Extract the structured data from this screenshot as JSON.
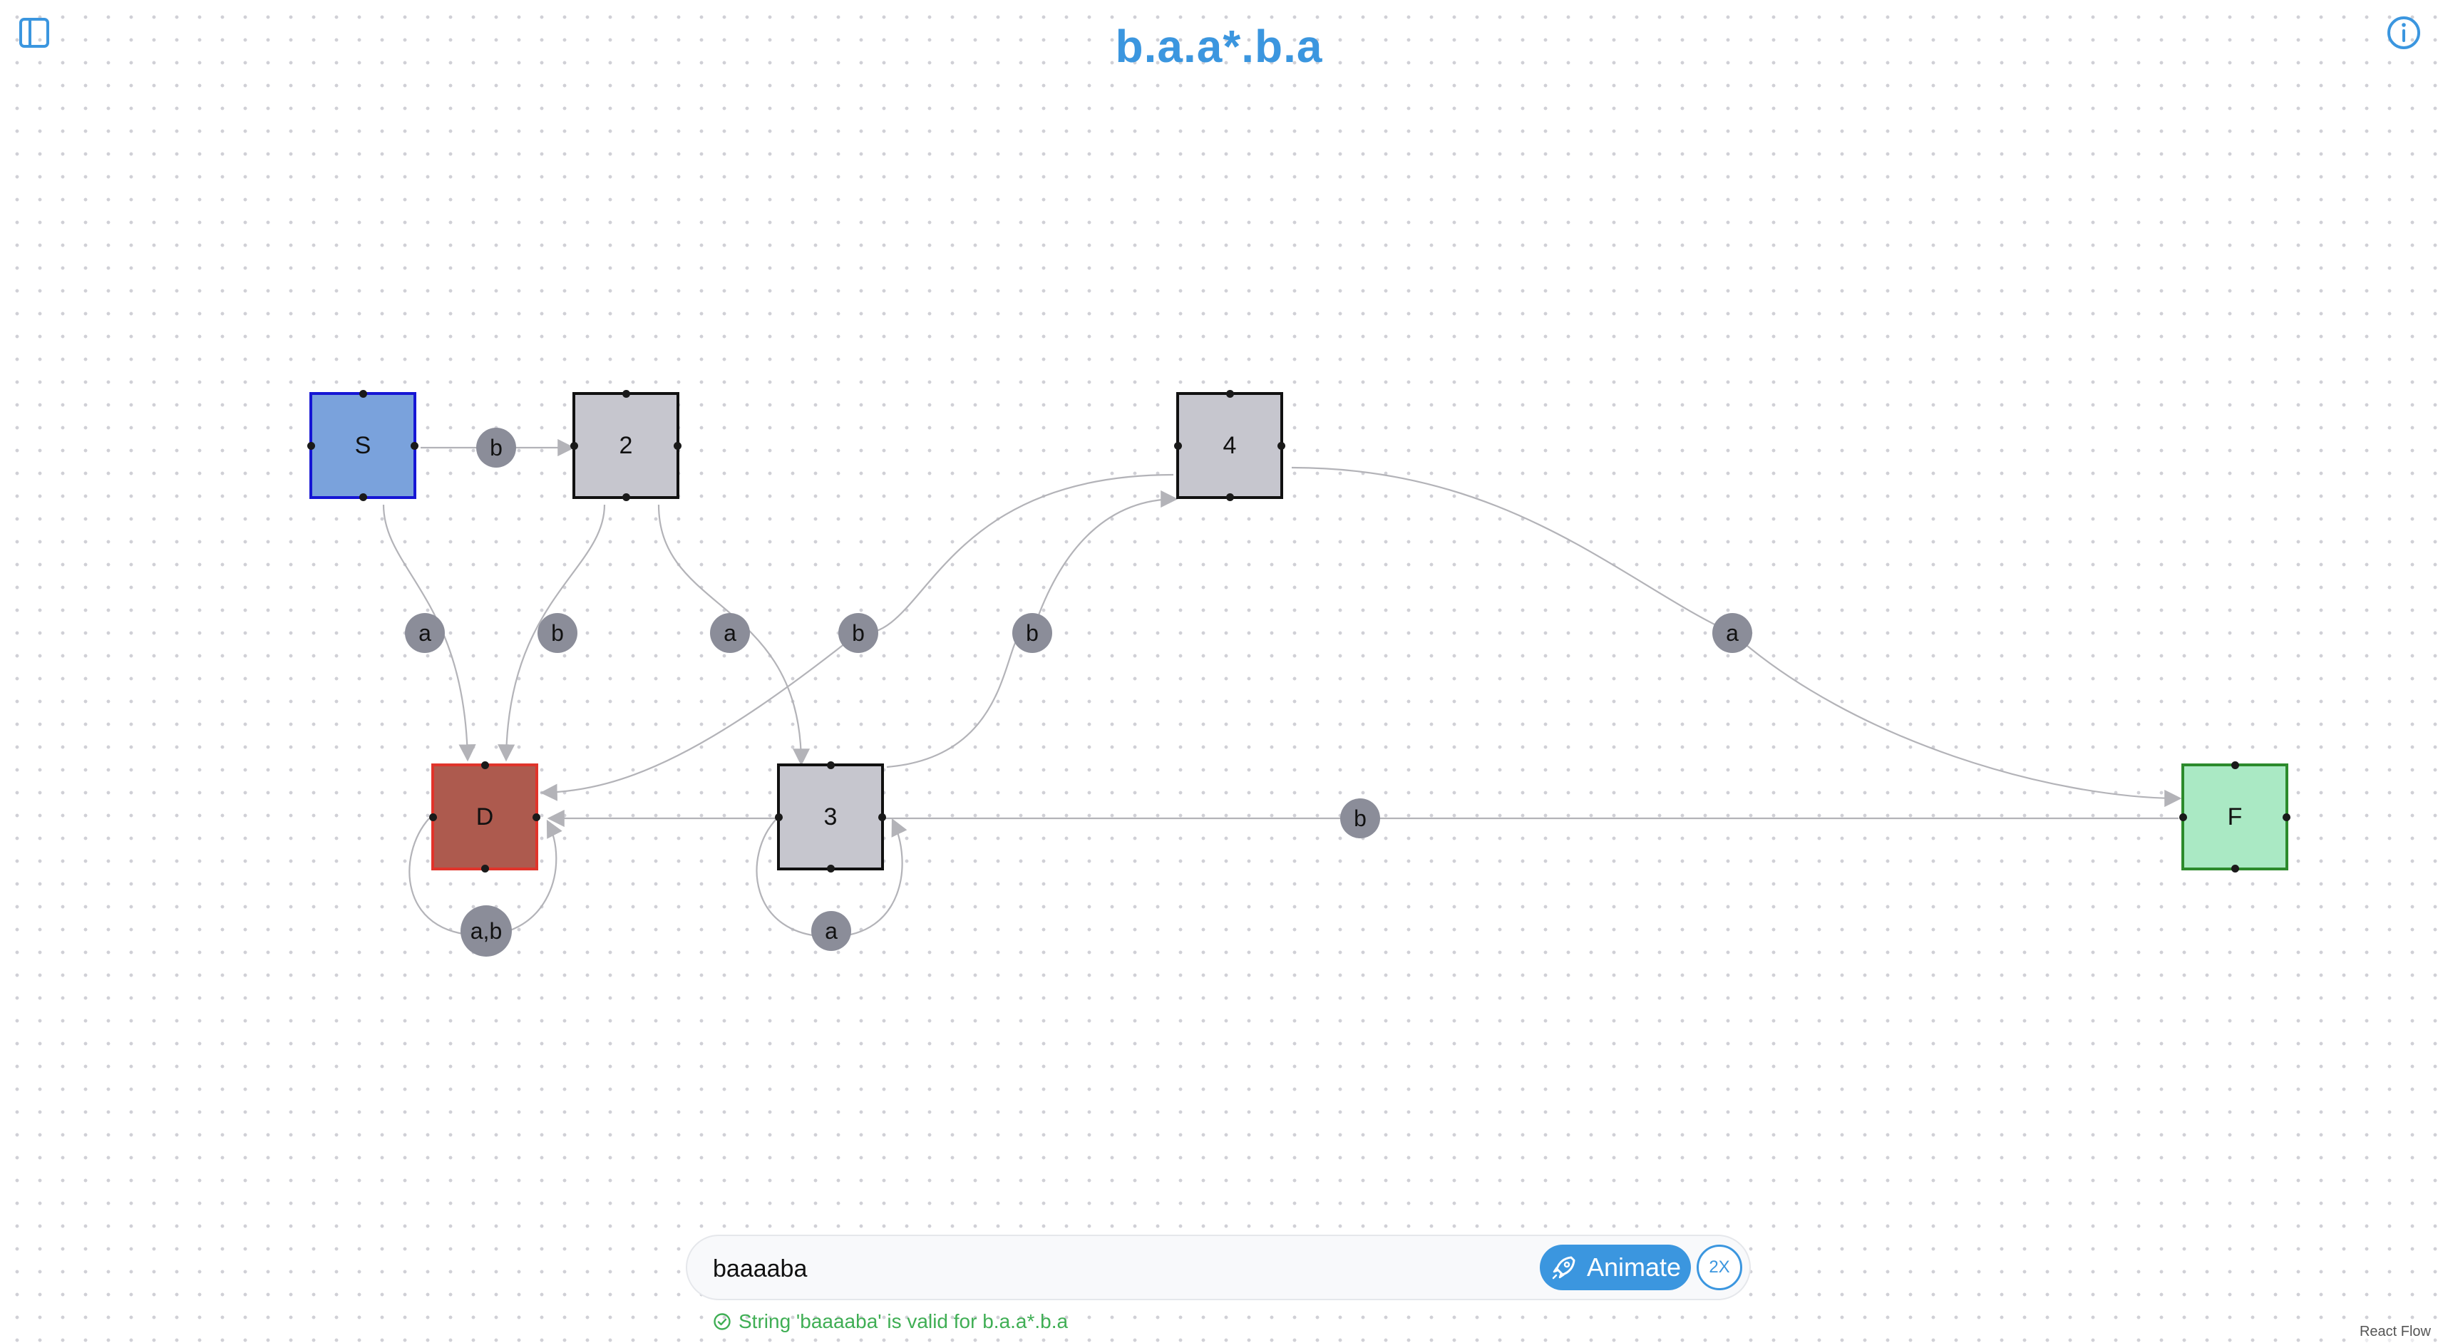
{
  "header": {
    "title": "b.a.a*.b.a"
  },
  "icons": {
    "sidebar_toggle": "sidebar-toggle-icon",
    "info": "info-icon",
    "rocket": "rocket-icon",
    "status": "check-circle-icon"
  },
  "nodes": [
    {
      "id": "S",
      "label": "S",
      "role": "start",
      "fill": "#7aa2dc",
      "border": "#1616d4"
    },
    {
      "id": "2",
      "label": "2",
      "role": "state",
      "fill": "#c6c6ce",
      "border": "#111111"
    },
    {
      "id": "4",
      "label": "4",
      "role": "state",
      "fill": "#c6c6ce",
      "border": "#111111"
    },
    {
      "id": "D",
      "label": "D",
      "role": "dead",
      "fill": "#ad5a4e",
      "border": "#e0342b"
    },
    {
      "id": "3",
      "label": "3",
      "role": "state",
      "fill": "#c6c6ce",
      "border": "#111111"
    },
    {
      "id": "F",
      "label": "F",
      "role": "final",
      "fill": "#aae9c4",
      "border": "#2c8a2c"
    }
  ],
  "edges": [
    {
      "from": "S",
      "to": "2",
      "label": "b"
    },
    {
      "from": "S",
      "to": "D",
      "label": "a"
    },
    {
      "from": "2",
      "to": "D",
      "label": "b"
    },
    {
      "from": "2",
      "to": "3",
      "label": "a"
    },
    {
      "from": "4",
      "to": "D",
      "label": "b"
    },
    {
      "from": "3",
      "to": "4",
      "label": "b"
    },
    {
      "from": "4",
      "to": "F",
      "label": "a"
    },
    {
      "from": "F",
      "to": "D",
      "label": "b"
    },
    {
      "from": "D",
      "to": "D",
      "label": "a,b"
    },
    {
      "from": "3",
      "to": "3",
      "label": "a"
    }
  ],
  "input": {
    "value": "baaaaba",
    "animate_label": "Animate",
    "speed_label": "2X"
  },
  "status": {
    "message": "String 'baaaaba' is valid for b.a.a*.b.a",
    "color": "#3fae54"
  },
  "attribution": "React Flow",
  "colors": {
    "accent": "#3b96df",
    "edge": "#b3b3b8",
    "edge_label_bg": "#8b8d99"
  }
}
